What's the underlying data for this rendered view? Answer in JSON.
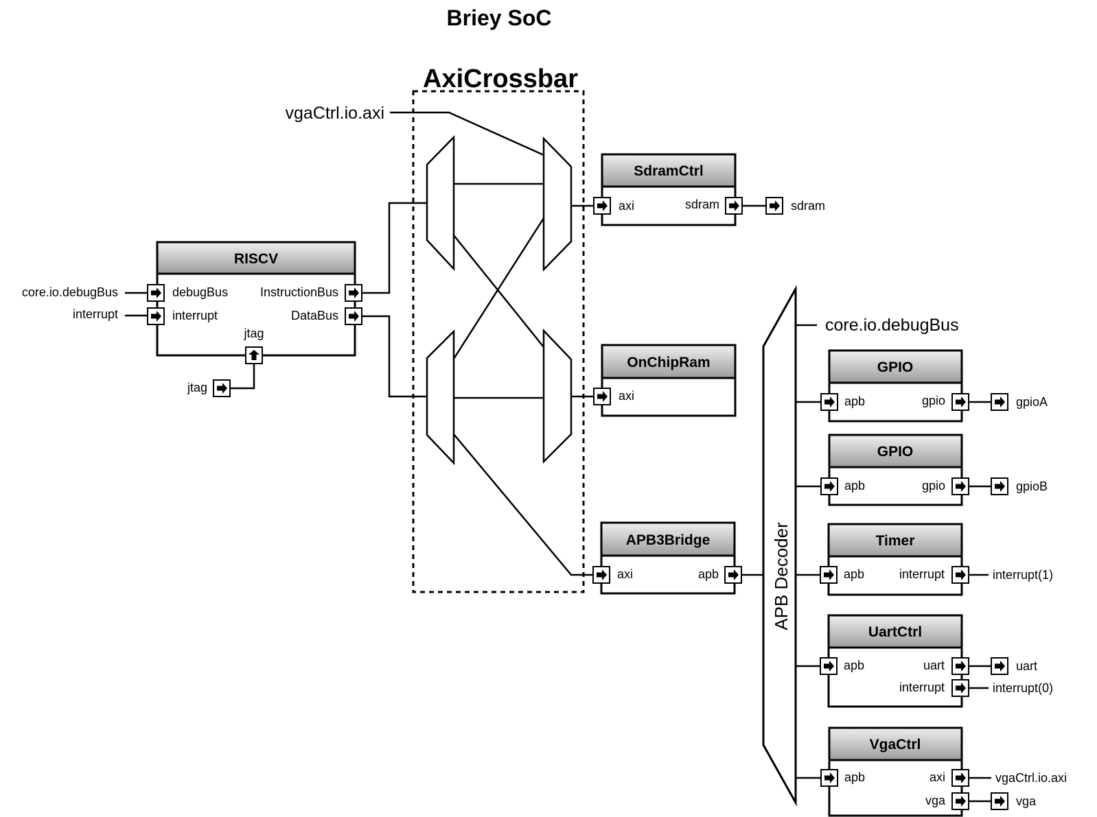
{
  "title": "Briey SoC",
  "crossbar": {
    "label": "AxiCrossbar",
    "input_label": "vgaCtrl.io.axi"
  },
  "riscv": {
    "title": "RISCV",
    "ports": {
      "debugBus": "debugBus",
      "interrupt": "interrupt",
      "instructionBus": "InstructionBus",
      "dataBus": "DataBus",
      "jtag": "jtag"
    },
    "external": {
      "debugBus": "core.io.debugBus",
      "interrupt": "interrupt",
      "jtag": "jtag"
    }
  },
  "sdram": {
    "title": "SdramCtrl",
    "port_in": "axi",
    "port_out": "sdram",
    "external": "sdram"
  },
  "onchipram": {
    "title": "OnChipRam",
    "port_in": "axi"
  },
  "apb3bridge": {
    "title": "APB3Bridge",
    "port_in": "axi",
    "port_out": "apb"
  },
  "decoder": {
    "label": "APB Decoder",
    "debug_label": "core.io.debugBus"
  },
  "gpioA": {
    "title": "GPIO",
    "port_in": "apb",
    "port_out": "gpio",
    "external": "gpioA"
  },
  "gpioB": {
    "title": "GPIO",
    "port_in": "apb",
    "port_out": "gpio",
    "external": "gpioB"
  },
  "timer": {
    "title": "Timer",
    "port_in": "apb",
    "port_out": "interrupt",
    "external": "interrupt(1)"
  },
  "uart": {
    "title": "UartCtrl",
    "port_in": "apb",
    "port_out1": "uart",
    "port_out2": "interrupt",
    "external1": "uart",
    "external2": "interrupt(0)"
  },
  "vga": {
    "title": "VgaCtrl",
    "port_in": "apb",
    "port_out1": "axi",
    "port_out2": "vga",
    "external1": "vgaCtrl.io.axi",
    "external2": "vga"
  },
  "colors": {
    "header_top": "#efefef",
    "header_bottom": "#9d9d9d",
    "line": "#000000"
  }
}
